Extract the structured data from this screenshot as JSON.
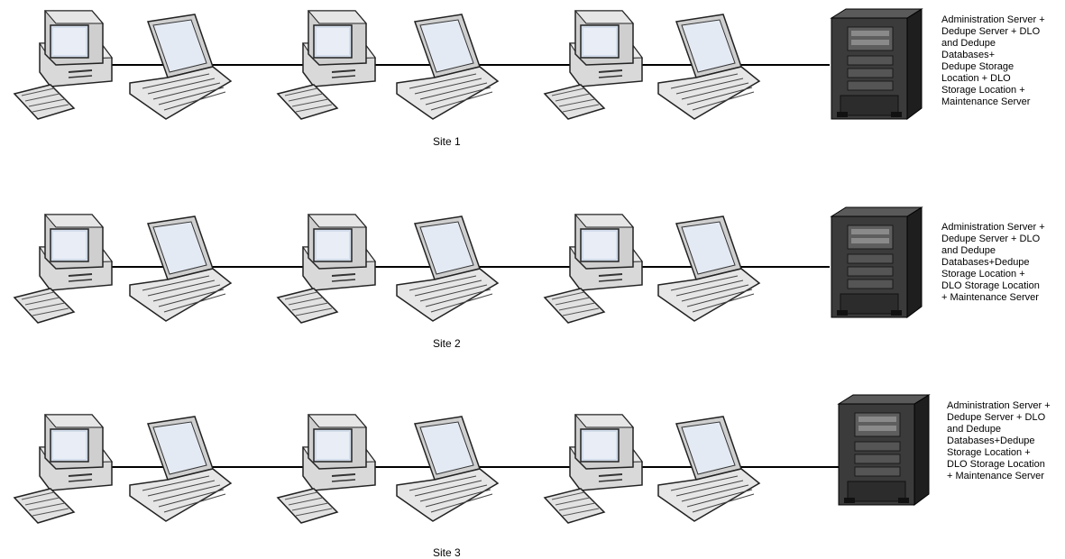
{
  "sites": [
    {
      "label": "Site 1",
      "server_label_lines": [
        "Administration Server +",
        "Dedupe Server + DLO",
        "and Dedupe",
        "Databases+",
        "Dedupe Storage",
        "Location + DLO",
        "Storage Location +",
        "Maintenance Server"
      ]
    },
    {
      "label": "Site 2",
      "server_label_lines": [
        "Administration Server +",
        "Dedupe Server +  DLO",
        "and Dedupe",
        "Databases+Dedupe",
        "Storage Location +",
        "DLO Storage Location",
        "+ Maintenance Server"
      ]
    },
    {
      "label": "Site 3",
      "server_label_lines": [
        "Administration Server +",
        "Dedupe Server +  DLO",
        "and Dedupe",
        "Databases+Dedupe",
        "Storage Location +",
        "DLO Storage Location",
        "+ Maintenance Server"
      ]
    }
  ],
  "icons": {
    "desktop": "desktop-computer-icon",
    "laptop": "laptop-icon",
    "server": "tower-server-icon"
  }
}
